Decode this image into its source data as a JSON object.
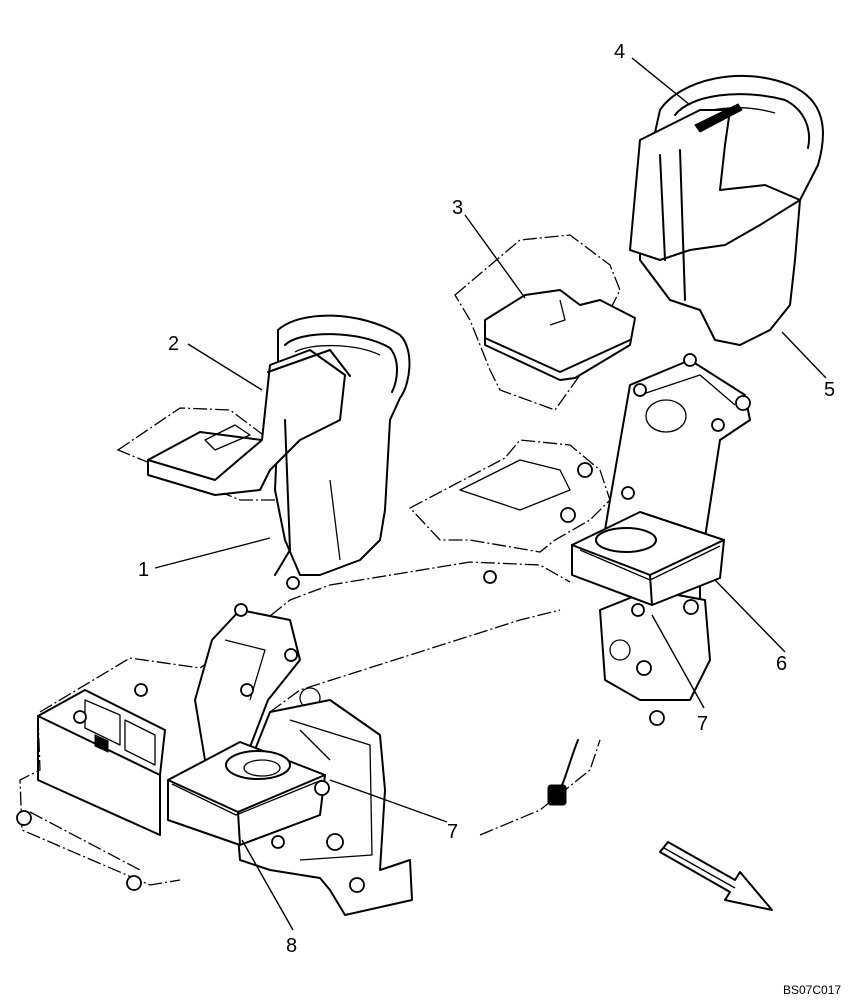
{
  "callouts": [
    {
      "id": "c1",
      "label": "1"
    },
    {
      "id": "c2",
      "label": "2"
    },
    {
      "id": "c3",
      "label": "3"
    },
    {
      "id": "c4",
      "label": "4"
    },
    {
      "id": "c5",
      "label": "5"
    },
    {
      "id": "c6",
      "label": "6"
    },
    {
      "id": "c7a",
      "label": "7"
    },
    {
      "id": "c7b",
      "label": "7"
    },
    {
      "id": "c8",
      "label": "8"
    }
  ],
  "drawing_code": "BS07C017",
  "icons": {
    "direction": "forward-arrow-icon"
  }
}
